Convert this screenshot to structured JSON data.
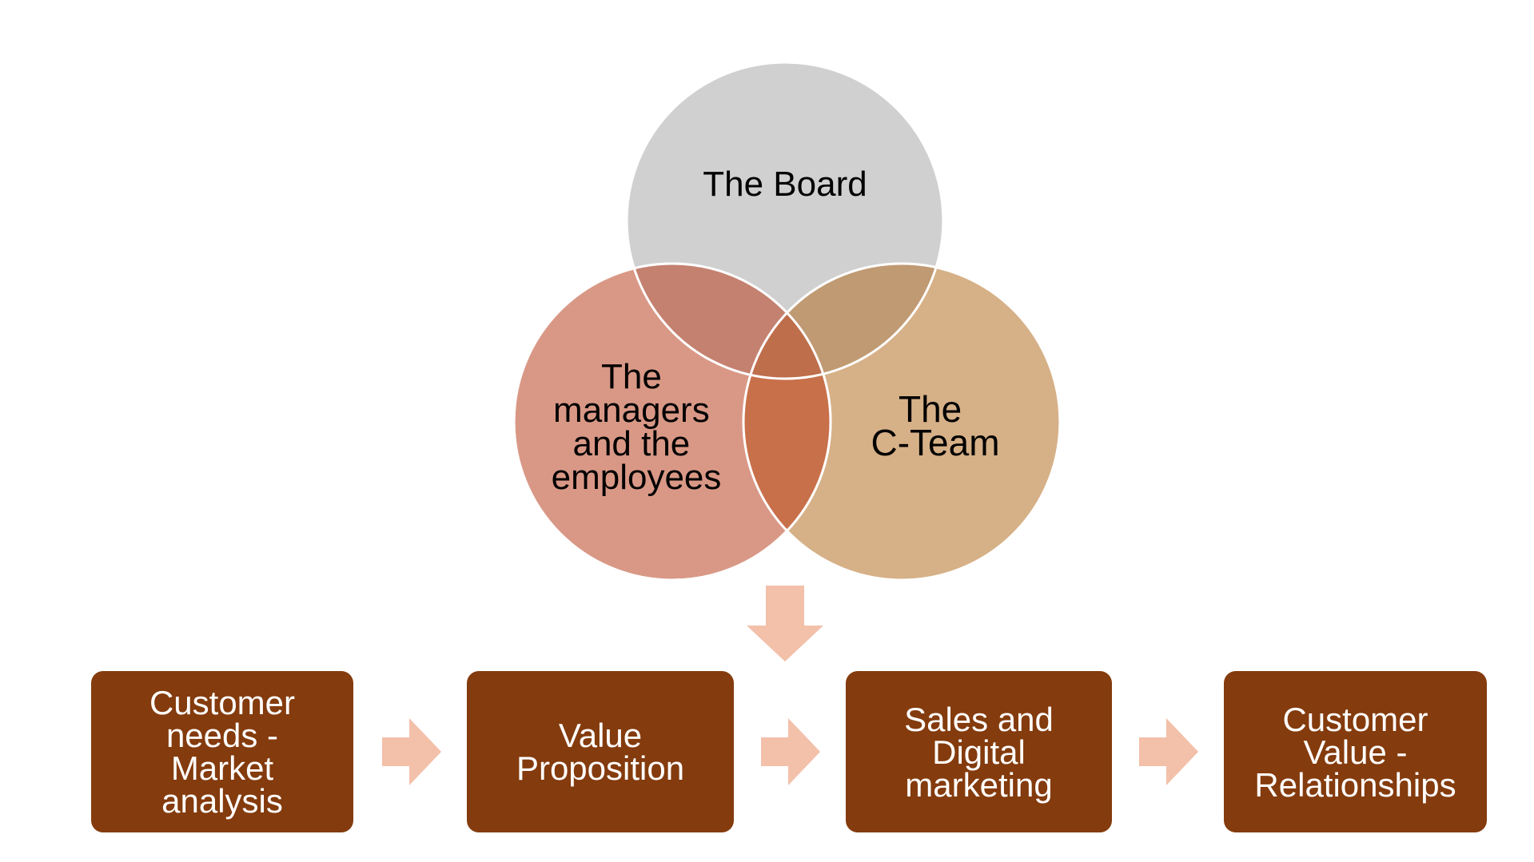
{
  "venn": {
    "top": {
      "label": "The Board",
      "lines": [
        "The Board"
      ],
      "color": "#d0d0d0"
    },
    "left": {
      "label": "The managers and the employees",
      "lines": [
        "The",
        "managers",
        "and the",
        "employees"
      ],
      "color": "#d99886"
    },
    "right": {
      "label": "The C-Team",
      "lines": [
        "The",
        "C-Team"
      ],
      "color": "#d6b087"
    },
    "overlap_center_color": "#c06a44"
  },
  "process": {
    "steps": [
      {
        "label": "Customer\nneeds -\nMarket\nanalysis"
      },
      {
        "label": "Value\nProposition"
      },
      {
        "label": "Sales and\nDigital\nmarketing"
      },
      {
        "label": "Customer\nValue -\nRelationships"
      }
    ],
    "box_color": "#843b0d",
    "arrow_color": "#f3c0aa"
  }
}
